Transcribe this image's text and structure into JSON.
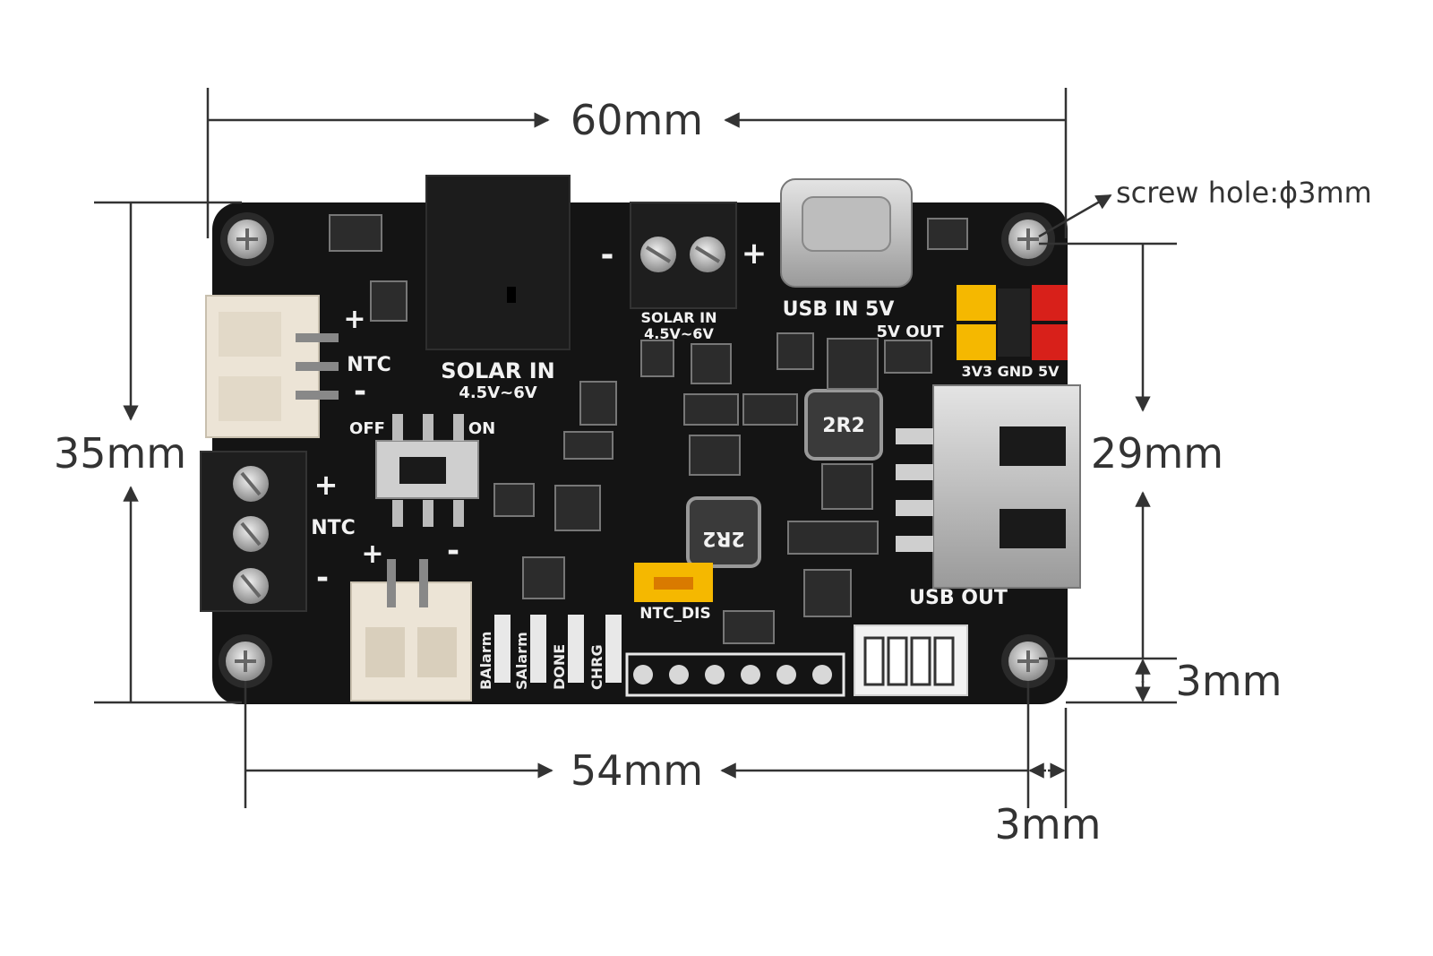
{
  "dimensions": {
    "top_width": "60mm",
    "bottom_width": "54mm",
    "left_height": "35mm",
    "right_height": "29mm",
    "right_margin": "3mm",
    "bottom_margin": "3mm",
    "screw_hole": "screw hole:ϕ3mm"
  },
  "board_labels": {
    "solar_in": "SOLAR IN",
    "solar_in_range": "4.5V~6V",
    "solar_in_small": "SOLAR IN",
    "solar_in_small_range": "4.5V~6V",
    "usb_in": "USB IN 5V",
    "five_v_out": "5V OUT",
    "header_labels": "3V3 GND 5V",
    "usb_out": "USB OUT",
    "ntc_top": "NTC",
    "ntc_left": "NTC",
    "off": "OFF",
    "on": "ON",
    "ntc_dis": "NTC_DIS",
    "balarm": "BAlarm",
    "salarm": "SAlarm",
    "done": "DONE",
    "chrg": "CHRG",
    "inductor_1": "2R2",
    "inductor_2": "2R2",
    "plus": "+",
    "minus": "-"
  },
  "colors": {
    "pcb": "#111111",
    "silkscreen": "#f2f2f2",
    "jumper_yellow": "#f5b800",
    "jumper_red": "#d8201a",
    "connector_white": "#ece4d6",
    "metal": "#c9c9c9",
    "dimension_line": "#333333"
  }
}
